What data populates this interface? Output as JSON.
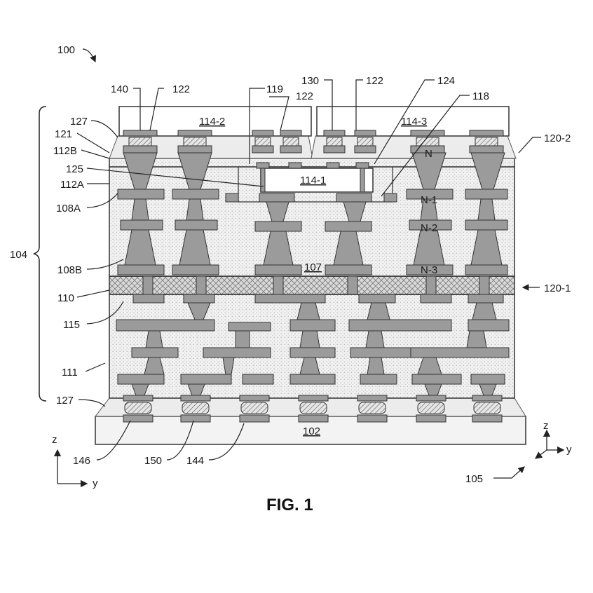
{
  "figure": {
    "title": "FIG. 1",
    "ref_assembly": "100",
    "ref_substrate_stack": "104",
    "ref_axes_right": "105",
    "package_substrate": "102",
    "die_left": "114-2",
    "die_right": "114-3",
    "die_embedded": "114-1",
    "region_center": "107",
    "layers": {
      "N": "N",
      "N1": "N-1",
      "N2": "N-2",
      "N3": "N-3"
    },
    "callouts": {
      "c140": "140",
      "c122a": "122",
      "c119": "119",
      "c122b": "122",
      "c130": "130",
      "c122c": "122",
      "c124": "124",
      "c118": "118",
      "c127a": "127",
      "c121": "121",
      "c112B": "112B",
      "c125": "125",
      "c112A": "112A",
      "c108A": "108A",
      "c108B": "108B",
      "c110": "110",
      "c115": "115",
      "c111": "111",
      "c127b": "127",
      "c146": "146",
      "c150": "150",
      "c144": "144",
      "c120_2": "120-2",
      "c120_1": "120-1"
    },
    "axes": {
      "left_vertical": "z",
      "left_horizontal": "y",
      "right_vertical": "z",
      "right_horizontal": "y"
    }
  }
}
